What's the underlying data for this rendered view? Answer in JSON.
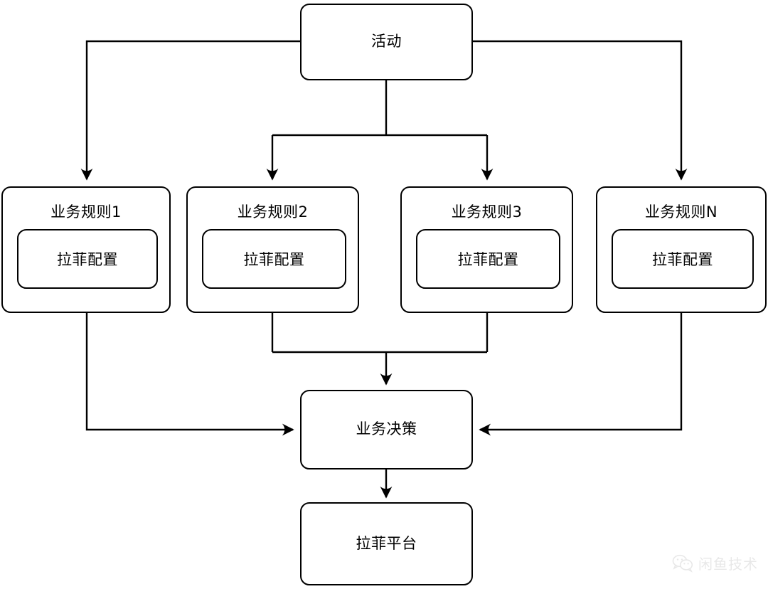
{
  "diagram": {
    "type": "flowchart",
    "background_color": "#ffffff",
    "stroke_color": "#000000",
    "nodes": {
      "activity": {
        "label": "活动"
      },
      "rules": [
        {
          "title": "业务规则1",
          "inner_label": "拉菲配置"
        },
        {
          "title": "业务规则2",
          "inner_label": "拉菲配置"
        },
        {
          "title": "业务规则3",
          "inner_label": "拉菲配置"
        },
        {
          "title": "业务规则N",
          "inner_label": "拉菲配置"
        }
      ],
      "decision": {
        "label": "业务决策"
      },
      "platform": {
        "label": "拉菲平台"
      }
    },
    "edges": [
      {
        "from": "活动",
        "to": "业务规则1",
        "style": "orthogonal",
        "arrow": "down"
      },
      {
        "from": "活动",
        "to": "业务规则2",
        "style": "orthogonal",
        "arrow": "down"
      },
      {
        "from": "活动",
        "to": "业务规则3",
        "style": "orthogonal",
        "arrow": "down"
      },
      {
        "from": "活动",
        "to": "业务规则N",
        "style": "orthogonal",
        "arrow": "down"
      },
      {
        "from": "业务规则1",
        "to": "业务决策",
        "style": "orthogonal",
        "arrow": "right"
      },
      {
        "from": "业务规则2",
        "to": "业务决策",
        "style": "orthogonal",
        "arrow": "down"
      },
      {
        "from": "业务规则3",
        "to": "业务决策",
        "style": "orthogonal",
        "arrow": "down"
      },
      {
        "from": "业务规则N",
        "to": "业务决策",
        "style": "orthogonal",
        "arrow": "left"
      },
      {
        "from": "业务决策",
        "to": "拉菲平台",
        "style": "straight",
        "arrow": "down"
      }
    ]
  },
  "watermark": {
    "text": "闲鱼技术",
    "icon": "wechat-icon"
  }
}
